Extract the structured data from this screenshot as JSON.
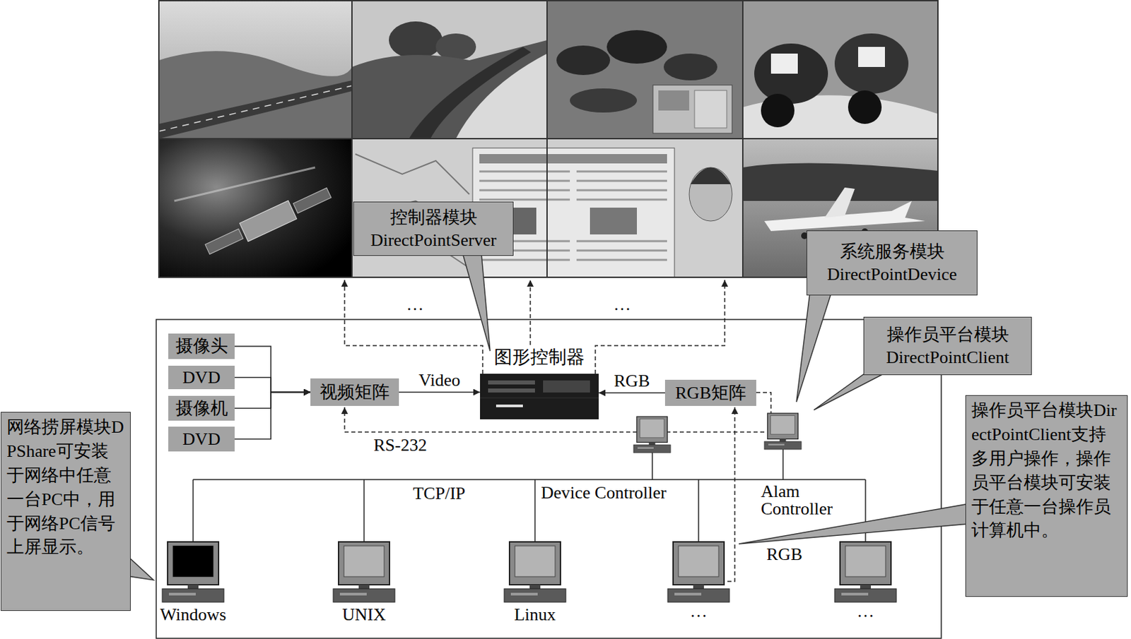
{
  "diagram": {
    "nodes": [
      {
        "text": [
          "控制器模块",
          "DirectPointServer"
        ]
      },
      {
        "text": [
          "系统服务模块",
          "DirectPointDevice"
        ]
      },
      {
        "text": [
          "操作员平台模块",
          "DirectPointClient"
        ]
      },
      {
        "text": [
          "摄像头"
        ]
      },
      {
        "text": [
          "DVD"
        ]
      },
      {
        "text": [
          "摄像机"
        ]
      },
      {
        "text": [
          "DVD"
        ]
      },
      {
        "text": [
          "视频矩阵"
        ]
      },
      {
        "text": [
          "图形控制器"
        ]
      },
      {
        "text": [
          "RGB矩阵"
        ]
      },
      {
        "text": [
          "网络捞屏模块DPShare可安装于网络中任意一台PC中，用于网络PC信号上屏显示。"
        ]
      },
      {
        "text": [
          "操作员平台模块DirectPointClient支持多用户操作，操作员平台模块可安装于任意一台操作员计算机中。"
        ]
      }
    ],
    "edges": [
      {
        "from": 3,
        "to": 7,
        "arrow": "to"
      },
      {
        "from": 4,
        "to": 7,
        "arrow": "to"
      },
      {
        "from": 5,
        "to": 7,
        "arrow": "to"
      },
      {
        "from": 6,
        "to": 7,
        "arrow": "to"
      },
      {
        "from": 7,
        "to": 8,
        "label": "Video",
        "arrow": "to"
      },
      {
        "from": 9,
        "to": 8,
        "label": "RGB",
        "arrow": "to"
      }
    ],
    "labels": [
      "…",
      "…",
      "RS-232",
      "TCP/IP",
      "Device Controller",
      "Alam Controller",
      "RGB",
      "Windows",
      "UNIX",
      "Linux",
      "…",
      "…"
    ]
  }
}
